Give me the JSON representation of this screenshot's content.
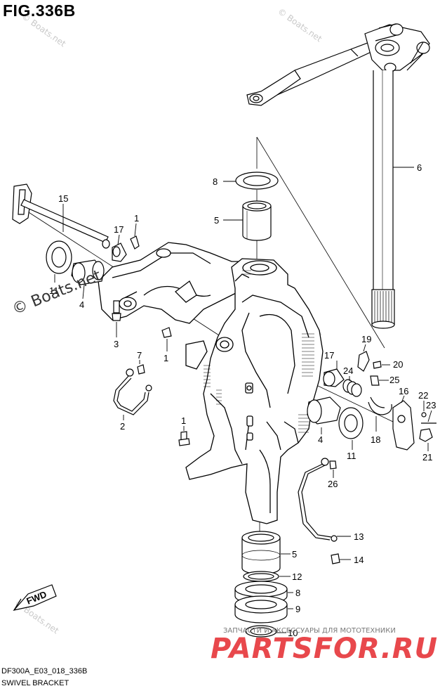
{
  "figure": {
    "title": "FIG.336B",
    "code": "DF300A_E03_018_336B",
    "name": "SWIVEL BRACKET"
  },
  "direction_marker": "FWD",
  "watermark": {
    "main": "© Boats.net",
    "small": "© Boats.net"
  },
  "brand": {
    "tagline": "ЗАПЧАСТИ И АКСЕССУАРЫ ДЛЯ МОТОТЕХНИКИ",
    "logo": "PARTSFOR.RU"
  },
  "callouts": [
    {
      "id": "c6",
      "label": "6"
    },
    {
      "id": "c8a",
      "label": "8"
    },
    {
      "id": "c5a",
      "label": "5"
    },
    {
      "id": "c15",
      "label": "15"
    },
    {
      "id": "c1a",
      "label": "1"
    },
    {
      "id": "c17a",
      "label": "17"
    },
    {
      "id": "c11a",
      "label": "11"
    },
    {
      "id": "c4a",
      "label": "4"
    },
    {
      "id": "c3",
      "label": "3"
    },
    {
      "id": "c1b",
      "label": "1"
    },
    {
      "id": "c7",
      "label": "7"
    },
    {
      "id": "c2",
      "label": "2"
    },
    {
      "id": "c1c",
      "label": "1"
    },
    {
      "id": "c19",
      "label": "19"
    },
    {
      "id": "c20",
      "label": "20"
    },
    {
      "id": "c17b",
      "label": "17"
    },
    {
      "id": "c24",
      "label": "24"
    },
    {
      "id": "c25",
      "label": "25"
    },
    {
      "id": "c16",
      "label": "16"
    },
    {
      "id": "c22",
      "label": "22"
    },
    {
      "id": "c23",
      "label": "23"
    },
    {
      "id": "c4b",
      "label": "4"
    },
    {
      "id": "c11b",
      "label": "11"
    },
    {
      "id": "c18",
      "label": "18"
    },
    {
      "id": "c21",
      "label": "21"
    },
    {
      "id": "c26",
      "label": "26"
    },
    {
      "id": "c13",
      "label": "13"
    },
    {
      "id": "c14",
      "label": "14"
    },
    {
      "id": "c5b",
      "label": "5"
    },
    {
      "id": "c12",
      "label": "12"
    },
    {
      "id": "c8b",
      "label": "8"
    },
    {
      "id": "c9",
      "label": "9"
    },
    {
      "id": "c10",
      "label": "10"
    }
  ]
}
